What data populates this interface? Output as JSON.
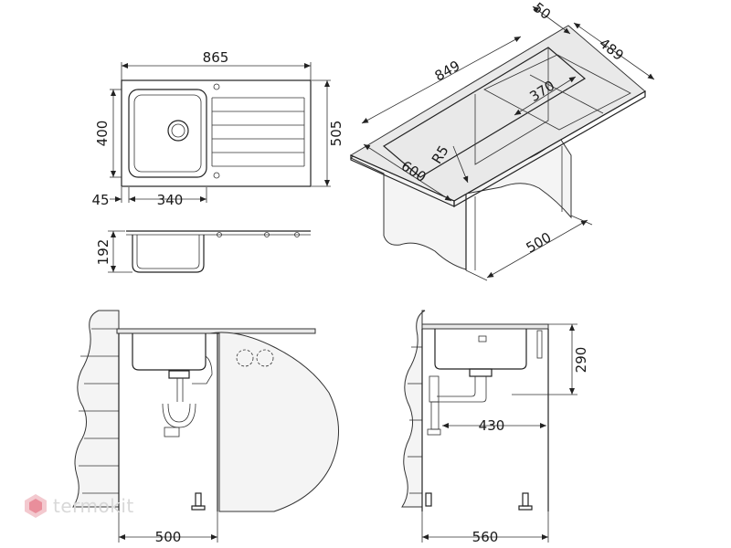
{
  "dimensions": {
    "top_width": "865",
    "top_depth": "505",
    "bowl_depth": "400",
    "bowl_offset": "45",
    "bowl_width": "340",
    "bowl_height": "192",
    "iso_flange": "50",
    "iso_length": "849",
    "iso_width": "489",
    "iso_drainer": "370",
    "iso_radius": "R5",
    "iso_cabinet_width": "600",
    "iso_cabinet_depth": "500",
    "front_cabinet": "500",
    "side_cabinet": "560",
    "side_height": "290",
    "side_drain": "430"
  },
  "watermark": {
    "text": "termokit",
    "color": "#d8d8d8"
  }
}
